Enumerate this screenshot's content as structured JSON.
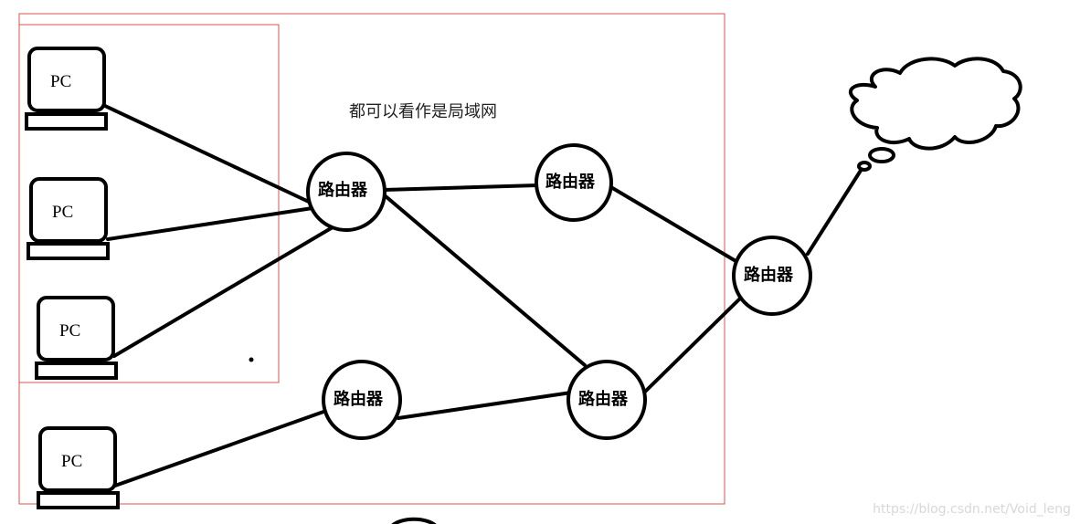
{
  "lan_label": "都可以看作是局域网",
  "router_label": "路由器",
  "pc_label": "PC",
  "watermark": "https://blog.csdn.net/Void_leng",
  "routers": [
    {
      "id": "r1",
      "label": "路由器"
    },
    {
      "id": "r2",
      "label": "路由器"
    },
    {
      "id": "r3",
      "label": "路由器"
    },
    {
      "id": "r4",
      "label": "路由器"
    },
    {
      "id": "r5",
      "label": "路由器"
    }
  ],
  "pcs": [
    {
      "id": "pc1",
      "label": "PC"
    },
    {
      "id": "pc2",
      "label": "PC"
    },
    {
      "id": "pc3",
      "label": "PC"
    },
    {
      "id": "pc4",
      "label": "PC"
    }
  ],
  "colors": {
    "box_border": "#d9534f",
    "ink": "#000000",
    "watermark": "#d8d8d8"
  }
}
